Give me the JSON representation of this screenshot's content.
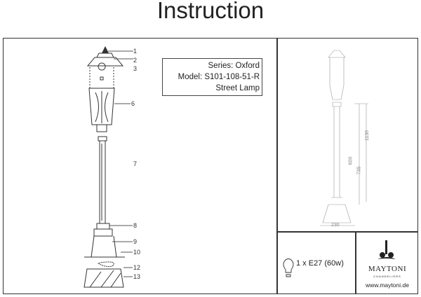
{
  "title": "Instruction",
  "info": {
    "series": "Series: Oxford",
    "model": "Model: S101-108-51-R",
    "type": "Street Lamp"
  },
  "part_labels": [
    "1",
    "2",
    "3",
    "6",
    "7",
    "8",
    "9",
    "10",
    "12",
    "13"
  ],
  "dimensions": {
    "total_height": "1136",
    "pole_height": "600",
    "mid_height": "735",
    "base_width": "230"
  },
  "lamp_spec": "1 x E27 (60w)",
  "brand": {
    "name": "MAYTONI",
    "subtitle": "CHANDELIERS",
    "url": "www.maytoni.de"
  }
}
